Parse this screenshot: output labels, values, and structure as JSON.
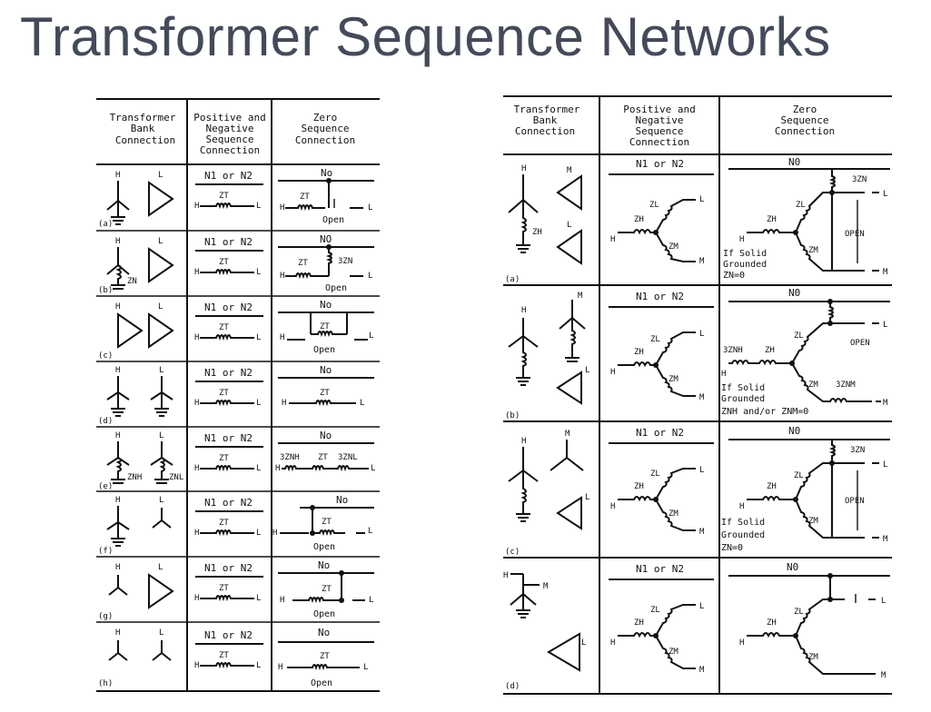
{
  "title": "Transformer Sequence Networks",
  "left_table": {
    "headers": {
      "bank": [
        "Transformer",
        "Bank",
        "Connection"
      ],
      "posneg": [
        "Positive and",
        "Negative",
        "Sequence",
        "Connection"
      ],
      "zero": [
        "Zero",
        "Sequence",
        "Connection"
      ]
    },
    "rows": [
      {
        "tag": "(a)",
        "pos": "N1 or N2",
        "zero": "No",
        "open": "Open"
      },
      {
        "tag": "(b)",
        "pos": "N1 or N2",
        "zero": "NO",
        "open": "Open",
        "zn": "3ZN",
        "ground": "ZN"
      },
      {
        "tag": "(c)",
        "pos": "N1 or N2",
        "zero": "No",
        "open": "Open"
      },
      {
        "tag": "(d)",
        "pos": "N1 or N2",
        "zero": "No"
      },
      {
        "tag": "(e)",
        "pos": "N1 or N2",
        "zero": "No",
        "znh": "3ZNH",
        "znl": "3ZNL",
        "gh": "ZNH",
        "gl": "ZNL"
      },
      {
        "tag": "(f)",
        "pos": "N1 or N2",
        "zero": "No",
        "open": "Open"
      },
      {
        "tag": "(g)",
        "pos": "N1 or N2",
        "zero": "No",
        "open": "Open"
      },
      {
        "tag": "(h)",
        "pos": "N1 or N2",
        "zero": "No",
        "open": "Open"
      }
    ],
    "labels": {
      "h": "H",
      "l": "L",
      "zt": "ZT"
    }
  },
  "right_table": {
    "headers": {
      "bank": [
        "Transformer",
        "Bank",
        "Connection"
      ],
      "posneg": [
        "Positive and",
        "Negative",
        "Sequence",
        "Connection"
      ],
      "zero": [
        "Zero",
        "Sequence",
        "Connection"
      ]
    },
    "rows": [
      {
        "tag": "(a)",
        "pos": "N1 or N2",
        "zero": "N0",
        "note": [
          "If Solid",
          "Grounded",
          "ZN=0"
        ],
        "open": "OPEN",
        "zn": "3ZN"
      },
      {
        "tag": "(b)",
        "pos": "N1 or N2",
        "zero": "N0",
        "note": [
          "If Solid",
          "Grounded",
          "ZNH and/or ZNM=0"
        ],
        "open": "OPEN",
        "znh": "3ZNH",
        "znm": "3ZNM"
      },
      {
        "tag": "(c)",
        "pos": "N1 or N2",
        "zero": "N0",
        "note": [
          "If Solid",
          "Grounded",
          "ZN=0"
        ],
        "open": "OPEN",
        "zn": "3ZN"
      },
      {
        "tag": "(d)",
        "pos": "N1 or N2",
        "zero": "N0"
      }
    ],
    "labels": {
      "h": "H",
      "l": "L",
      "m": "M",
      "zh": "ZH",
      "zl": "ZL",
      "zm": "ZM"
    }
  }
}
